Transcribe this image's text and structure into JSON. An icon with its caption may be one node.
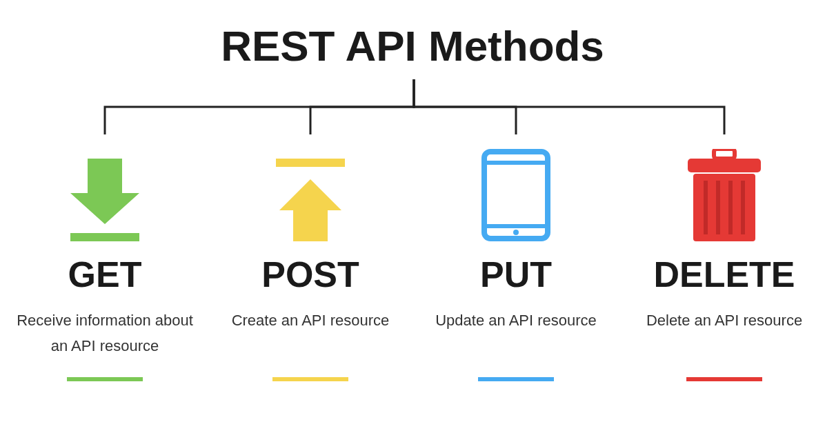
{
  "diagram": {
    "nodes": [
      {
        "text": [
          "REST API Methods"
        ]
      },
      {
        "text": [
          "GET",
          "Receive information about an API resource"
        ]
      },
      {
        "text": [
          "POST",
          "Create an API resource"
        ]
      },
      {
        "text": [
          "PUT",
          "Update an API resource"
        ]
      },
      {
        "text": [
          "DELETE",
          "Delete an API resource"
        ]
      }
    ],
    "edges": [
      {
        "from": 0,
        "to": 1,
        "arrow": "none"
      },
      {
        "from": 0,
        "to": 2,
        "arrow": "none"
      },
      {
        "from": 0,
        "to": 3,
        "arrow": "none"
      },
      {
        "from": 0,
        "to": 4,
        "arrow": "none"
      }
    ]
  }
}
